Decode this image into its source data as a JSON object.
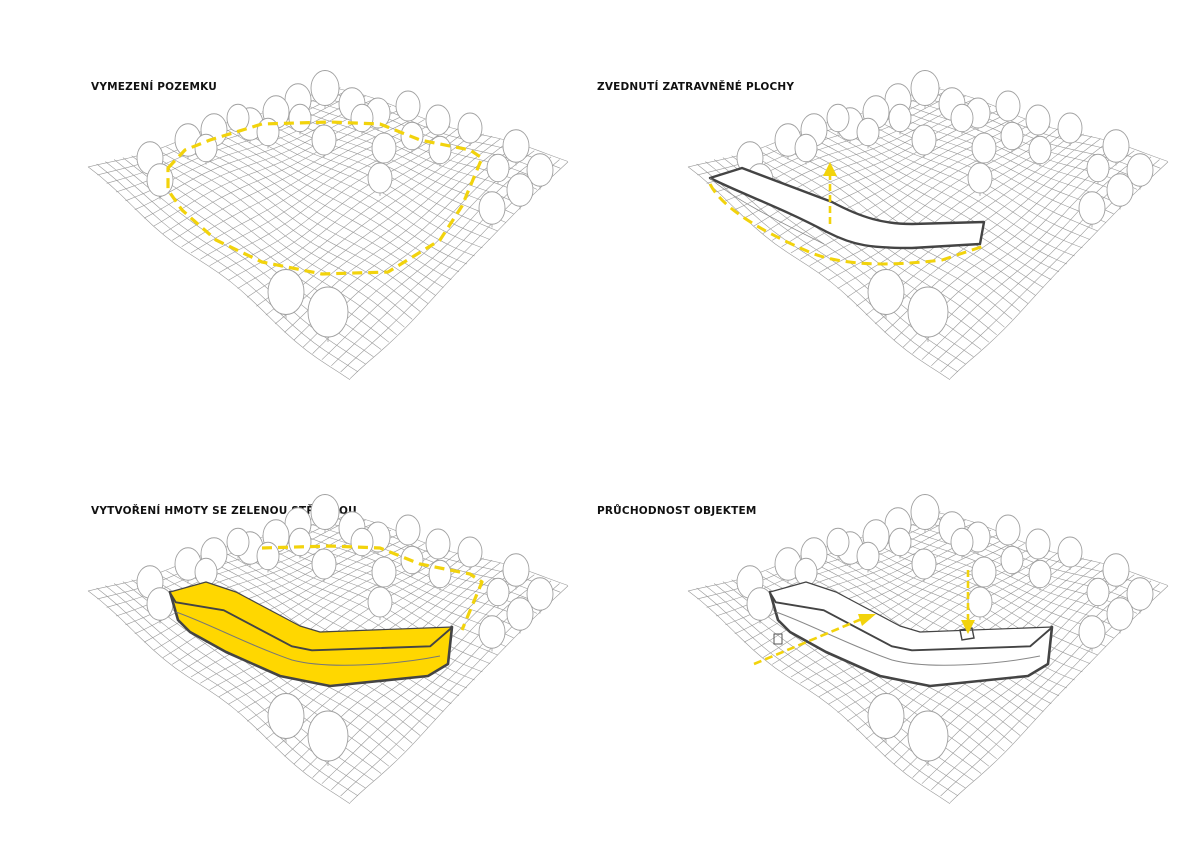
{
  "panels": [
    {
      "id": "p1",
      "title": "VYMEZENÍ POZEMKU",
      "stage": "boundary"
    },
    {
      "id": "p2",
      "title": "ZVEDNUTÍ ZATRAVNĚNÉ PLOCHY",
      "stage": "lift"
    },
    {
      "id": "p3",
      "title": "VYTVOŘENÍ HMOTY SE ZELENOU STŘECHOU",
      "stage": "mass"
    },
    {
      "id": "p4",
      "title": "PRŮCHODNOST OBJEKTEM",
      "stage": "passage"
    }
  ],
  "colors": {
    "accent": "#f2d30c",
    "mass_fill": "#ffd700",
    "outline": "#555555",
    "grid": "#9a9a9a",
    "tree": "#a0a0a0"
  }
}
